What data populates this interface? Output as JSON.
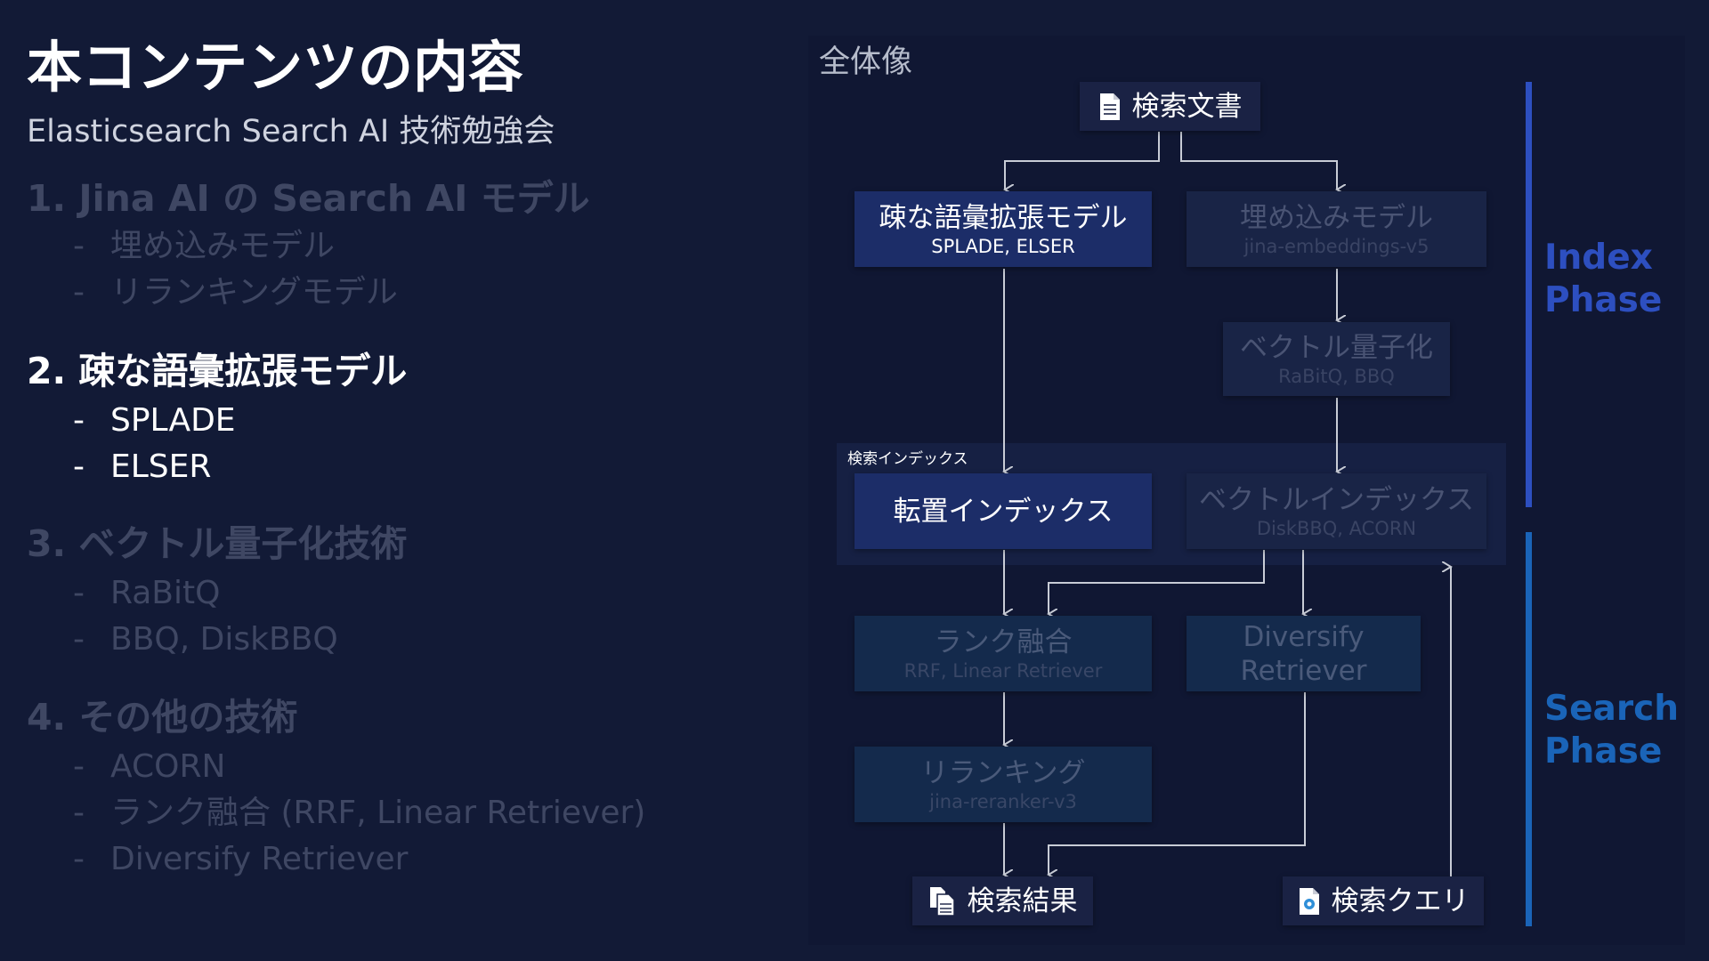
{
  "slide": {
    "title": "本コンテンツの内容",
    "subtitle": "Elasticsearch Search AI 技術勉強会"
  },
  "outline": [
    {
      "heading": "1. Jina AI の Search AI モデル",
      "state": "dim",
      "items": [
        "埋め込みモデル",
        "リランキングモデル"
      ]
    },
    {
      "heading": "2. 疎な語彙拡張モデル",
      "state": "bright",
      "items": [
        "SPLADE",
        "ELSER"
      ]
    },
    {
      "heading": "3. ベクトル量子化技術",
      "state": "dim",
      "items": [
        "RaBitQ",
        "BBQ, DiskBBQ"
      ]
    },
    {
      "heading": "4. その他の技術",
      "state": "dim",
      "items": [
        "ACORN",
        "ランク融合 (RRF, Linear Retriever)",
        "Diversify Retriever"
      ]
    }
  ],
  "item_marker": "-",
  "diagram": {
    "title": "全体像",
    "group_label": "検索インデックス",
    "nodes": {
      "doc": {
        "label": "検索文書",
        "icon": "document-icon"
      },
      "sparse": {
        "label": "疎な語彙拡張モデル",
        "sub": "SPLADE, ELSER"
      },
      "embed": {
        "label": "埋め込みモデル",
        "sub": "jina-embeddings-v5"
      },
      "quant": {
        "label": "ベクトル量子化",
        "sub": "RaBitQ, BBQ"
      },
      "inverted": {
        "label": "転置インデックス"
      },
      "vector": {
        "label": "ベクトルインデックス",
        "sub": "DiskBBQ, ACORN"
      },
      "fusion": {
        "label": "ランク融合",
        "sub": "RRF, Linear Retriever"
      },
      "diversify": {
        "label": "Diversify\nRetriever"
      },
      "rerank": {
        "label": "リランキング",
        "sub": "jina-reranker-v3"
      },
      "result": {
        "label": "検索結果",
        "icon": "documents-icon"
      },
      "query": {
        "label": "検索クエリ",
        "icon": "query-document-icon"
      }
    },
    "phases": {
      "index": {
        "label": "Index\nPhase",
        "color": "#2d4fc0"
      },
      "search": {
        "label": "Search\nPhase",
        "color": "#1a64b8"
      }
    }
  },
  "colors": {
    "background": "#121a36",
    "active_node": "#1c2d68",
    "faded_node": "#192446",
    "connector": "#c8ccd6"
  }
}
